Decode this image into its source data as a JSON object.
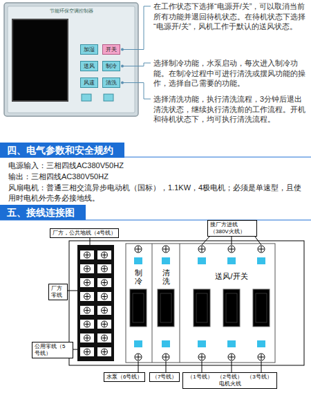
{
  "diagram": {
    "nodes": [
      {
        "text": [
          "节能环保空调控制器"
        ]
      },
      {
        "text": [
          "加湿"
        ],
        "in": 0
      },
      {
        "text": [
          "开关"
        ],
        "in": 0
      },
      {
        "text": [
          "送风"
        ],
        "in": 0
      },
      {
        "text": [
          "制冷"
        ],
        "in": 0
      },
      {
        "text": [
          "风速"
        ],
        "in": 0
      },
      {
        "text": [
          "清洗"
        ],
        "in": 0
      },
      {
        "text": [
          "四、电气参数和安全规约"
        ]
      },
      {
        "text": [
          "五、接线连接图"
        ]
      },
      {
        "text": [
          "厂方，公共地线（4号线）"
        ]
      },
      {
        "text": [
          "厂方零线"
        ]
      },
      {
        "text": [
          "公用零线（5号线）"
        ]
      },
      {
        "text": [
          "接厂方进线 （380V火线）"
        ]
      },
      {
        "text": [
          "水泵（6号线）"
        ]
      },
      {
        "text": [
          "（7号线）"
        ]
      },
      {
        "text": [
          "（1号线）",
          "（2号线）",
          "（3号线）",
          "电机火线"
        ]
      }
    ],
    "labels": [
      "在工作状态下选择“电源开/关”，可以取消当前所有功能并退回待机状态。在待机状态下选择“电源开/关”，风机工作于默认的送风状态。",
      "选择制冷功能，水泵启动，每次进入制冷功能。在制冷过程中可进行清洗或摆风功能的操作，选择自己需要的功能。",
      "选择清洗功能，执行清洗流程，3分钟后退出清洗状态，继续执行清洗前的工作流程。开机和待机状态下，均可执行清洗流程。",
      "电源输入：三相四线AC380V50HZ",
      "输出：三相四线AC380V50HZ",
      "风扇电机：普通三相交流异步电动机（国标），1.1KW，4极电机；必须是单速型，且使用时电机外壳务必接地线。",
      "制冷",
      "清洗",
      "送风/开关"
    ]
  }
}
